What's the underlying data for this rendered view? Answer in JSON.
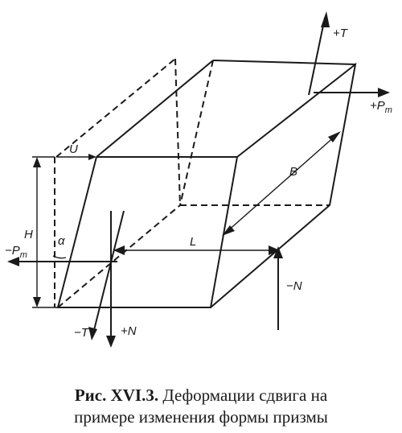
{
  "figure": {
    "labels": {
      "plus_T": "+T",
      "plus_Pt_main": "+P",
      "plus_Pt_sub": "т",
      "U": "U",
      "B": "B",
      "H": "H",
      "alpha": "α",
      "L": "L",
      "minus_Pt_main": "−P",
      "minus_Pt_sub": "т",
      "minus_N": "−N",
      "minus_T": "−T",
      "plus_N": "+N"
    }
  },
  "caption": {
    "label": "Рис. XVI.3.",
    "line1_text": " Деформации сдвига на",
    "line2_text": "примере изменения формы призмы"
  }
}
